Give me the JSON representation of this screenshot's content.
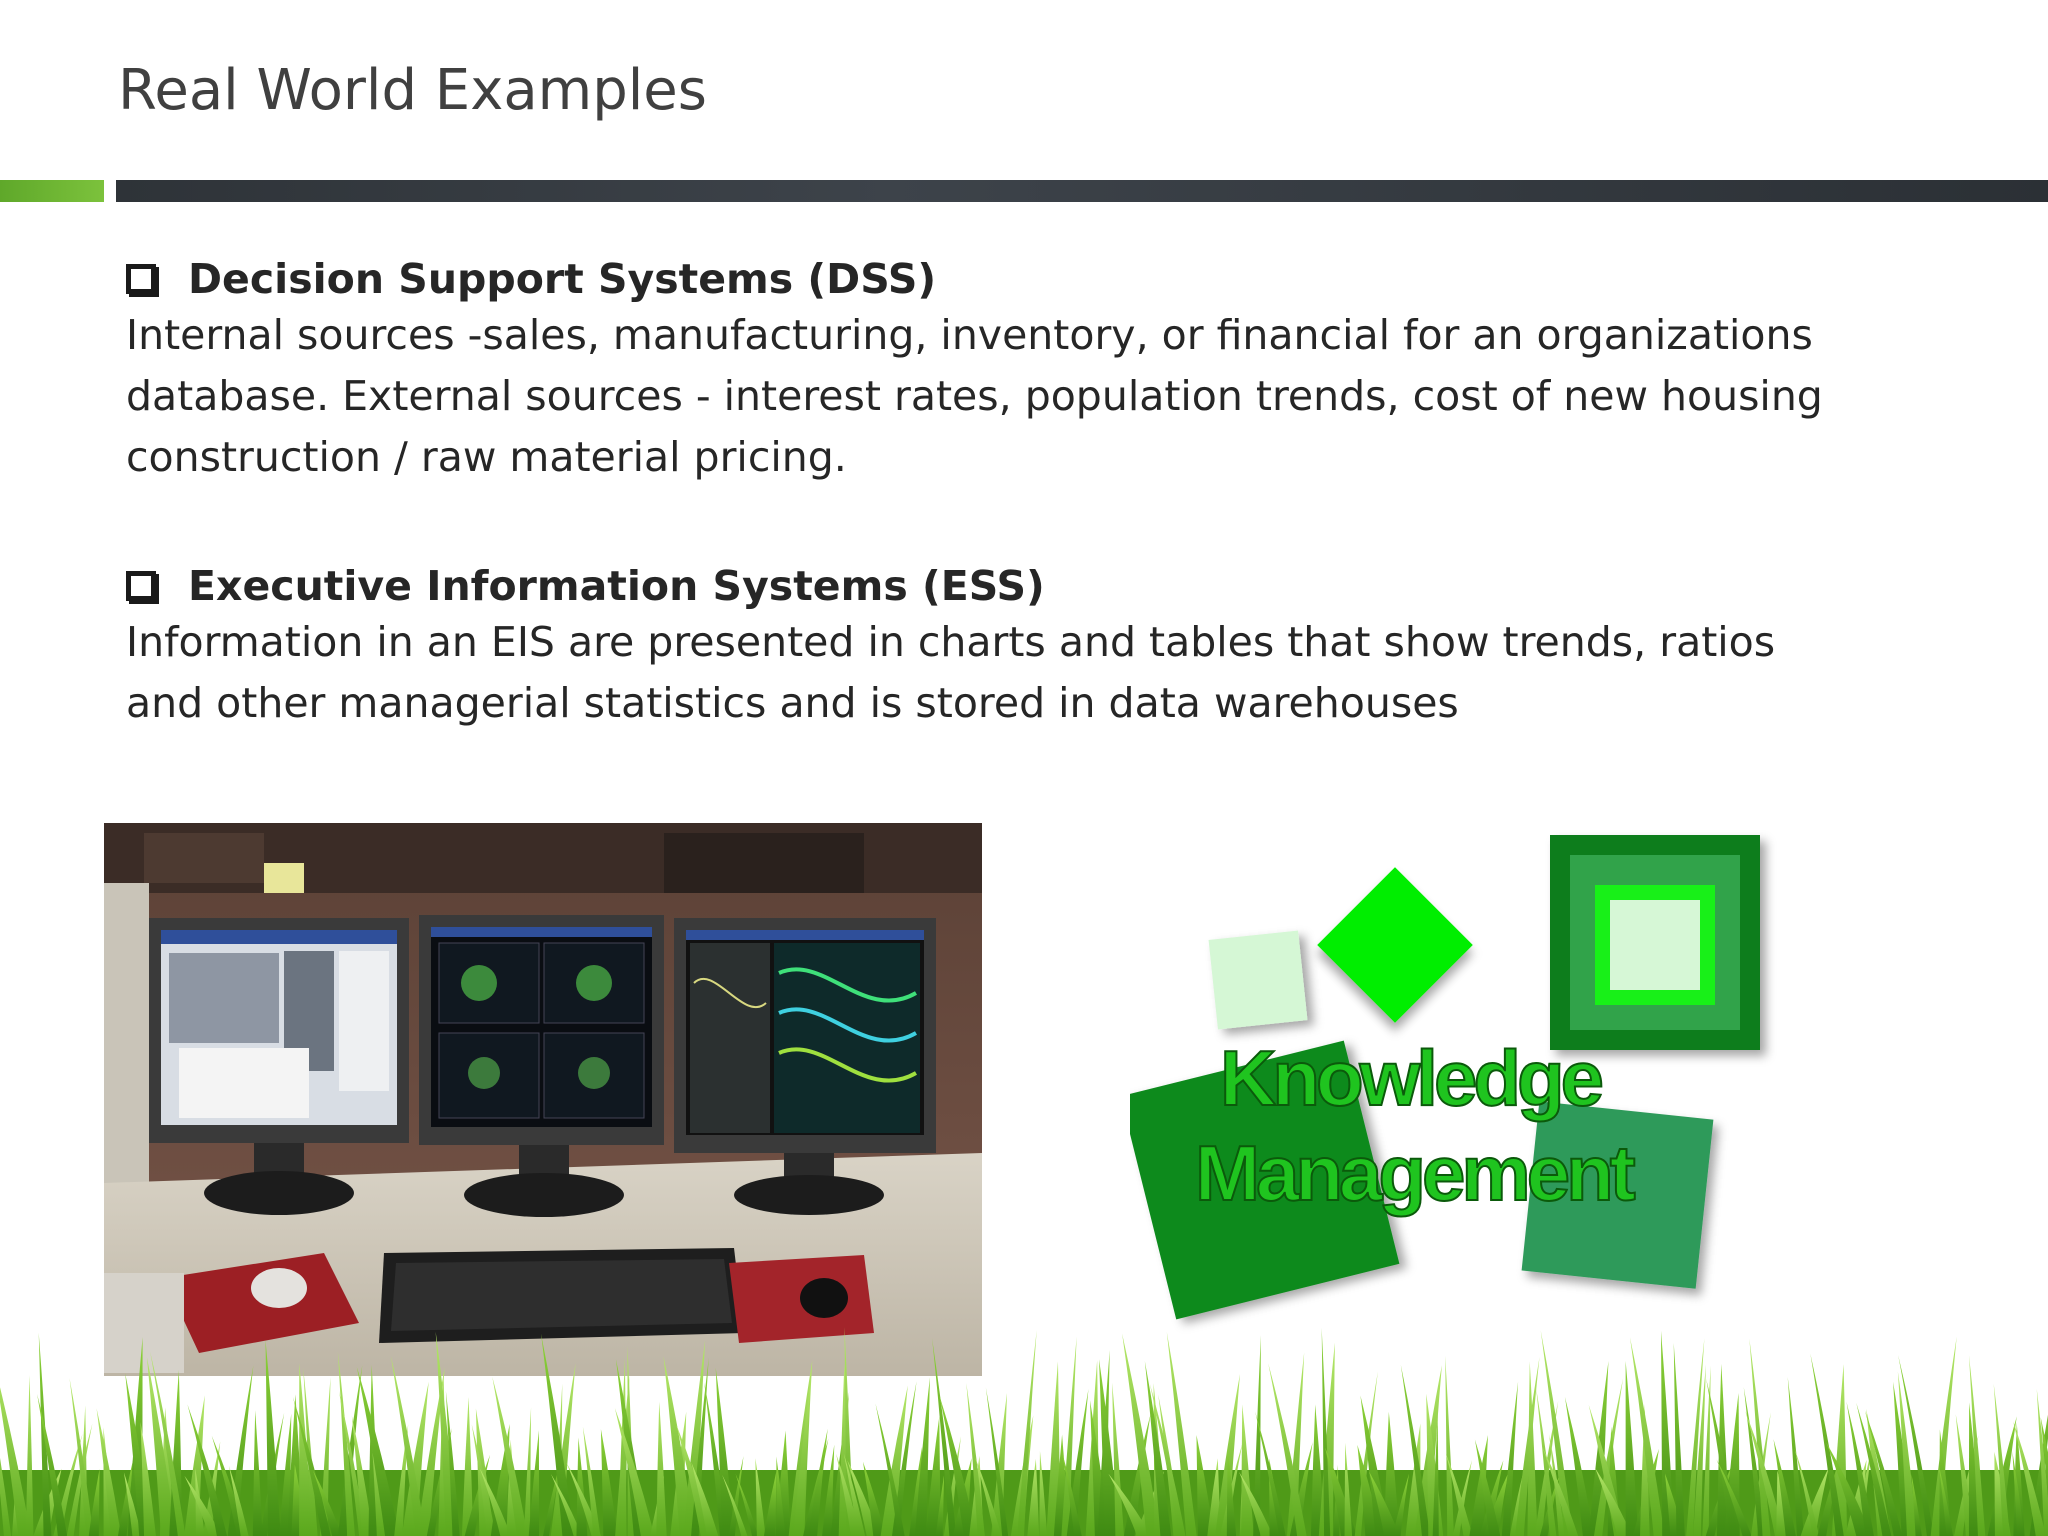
{
  "slide": {
    "title": "Real World Examples",
    "sections": [
      {
        "heading": "Decision Support Systems (DSS)",
        "lines": [
          "Internal sources -sales, manufacturing, inventory, or financial for an organizations",
          "database. External sources - interest rates, population trends, cost of new housing",
          "construction / raw material pricing."
        ]
      },
      {
        "heading": "Executive Information Systems (ESS)",
        "lines": [
          "Information in an EIS are presented in charts and tables that show trends, ratios",
          "and other managerial statistics and is stored in data warehouses"
        ]
      }
    ],
    "graphic": {
      "line1": "Knowledge",
      "line2": "Management"
    },
    "colors": {
      "accent_green": "#6bb52f",
      "header_bar": "#33383d",
      "km_text": "#1fc41f"
    }
  }
}
